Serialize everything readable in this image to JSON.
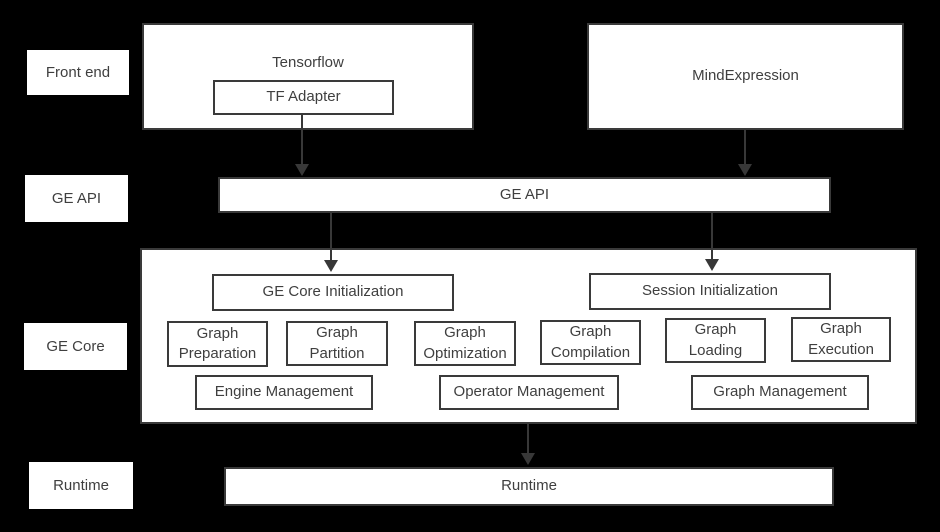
{
  "colors": {
    "background": "#000000",
    "box_fill": "#ffffff",
    "box_border": "#3a3a3a",
    "text": "#3f3f3f",
    "arrow": "#383838"
  },
  "sidebar": {
    "front_end": "Front end",
    "ge_api": "GE API",
    "ge_core": "GE Core",
    "runtime": "Runtime"
  },
  "frontend": {
    "tensorflow": "Tensorflow",
    "tf_adapter": "TF Adapter",
    "mind_expression": "MindExpression"
  },
  "ge_api_bar": {
    "label": "GE API"
  },
  "ge_core": {
    "core_init": "GE Core Initialization",
    "session_init": "Session Initialization",
    "modules": [
      "Graph Preparation",
      "Graph Partition",
      "Graph Optimization",
      "Graph Compilation",
      "Graph Loading",
      "Graph Execution"
    ],
    "management": [
      "Engine Management",
      "Operator Management",
      "Graph Management"
    ]
  },
  "runtime_bar": {
    "label": "Runtime"
  }
}
